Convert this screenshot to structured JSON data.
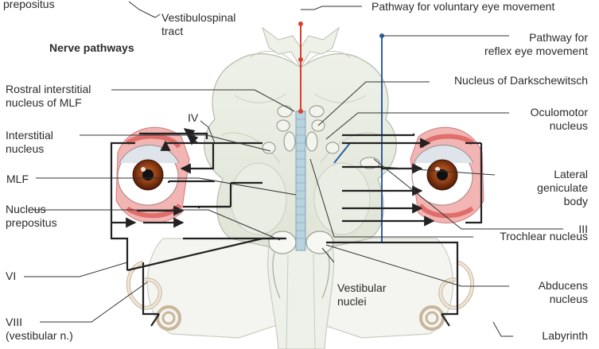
{
  "labels": {
    "nucleus_prepositus_top": "prepositus",
    "vestibulospinal_tract": "Vestibulospinal\ntract",
    "nerve_pathways_title": "Nerve pathways",
    "pathway_voluntary": "Pathway for voluntary eye movement",
    "pathway_reflex": "Pathway for\nreflex eye movement",
    "nucleus_darkschewitsch": "Nucleus of Darkschewitsch",
    "rostral_interstitial": "Rostral interstitial\nnucleus of MLF",
    "iv": "IV",
    "oculomotor_nucleus": "Oculomotor\nnucleus",
    "interstitial_nucleus": "Interstitial\nnucleus",
    "lateral_geniculate": "Lateral\ngeniculate\nbody",
    "mlf": "MLF",
    "nucleus_prepositus": "Nucleus\nprepositus",
    "iii": "III",
    "trochlear_nucleus": "Trochlear nucleus",
    "vi": "VI",
    "abducens_nucleus": "Abducens\nnucleus",
    "vestibular_nuclei": "Vestibular\nnuclei",
    "viii": "VIII\n(vestibular n.)",
    "labyrinth": "Labyrinth"
  },
  "colors": {
    "voluntary_pathway": "#d9412f",
    "reflex_pathway": "#2f5f9e",
    "nerve_lines": "#222222",
    "brainstem_fill": "#e6eadf",
    "eye_iris": "#7a3512",
    "eye_muscle": "#e79a97",
    "mlf_column": "#8fb3c6"
  }
}
